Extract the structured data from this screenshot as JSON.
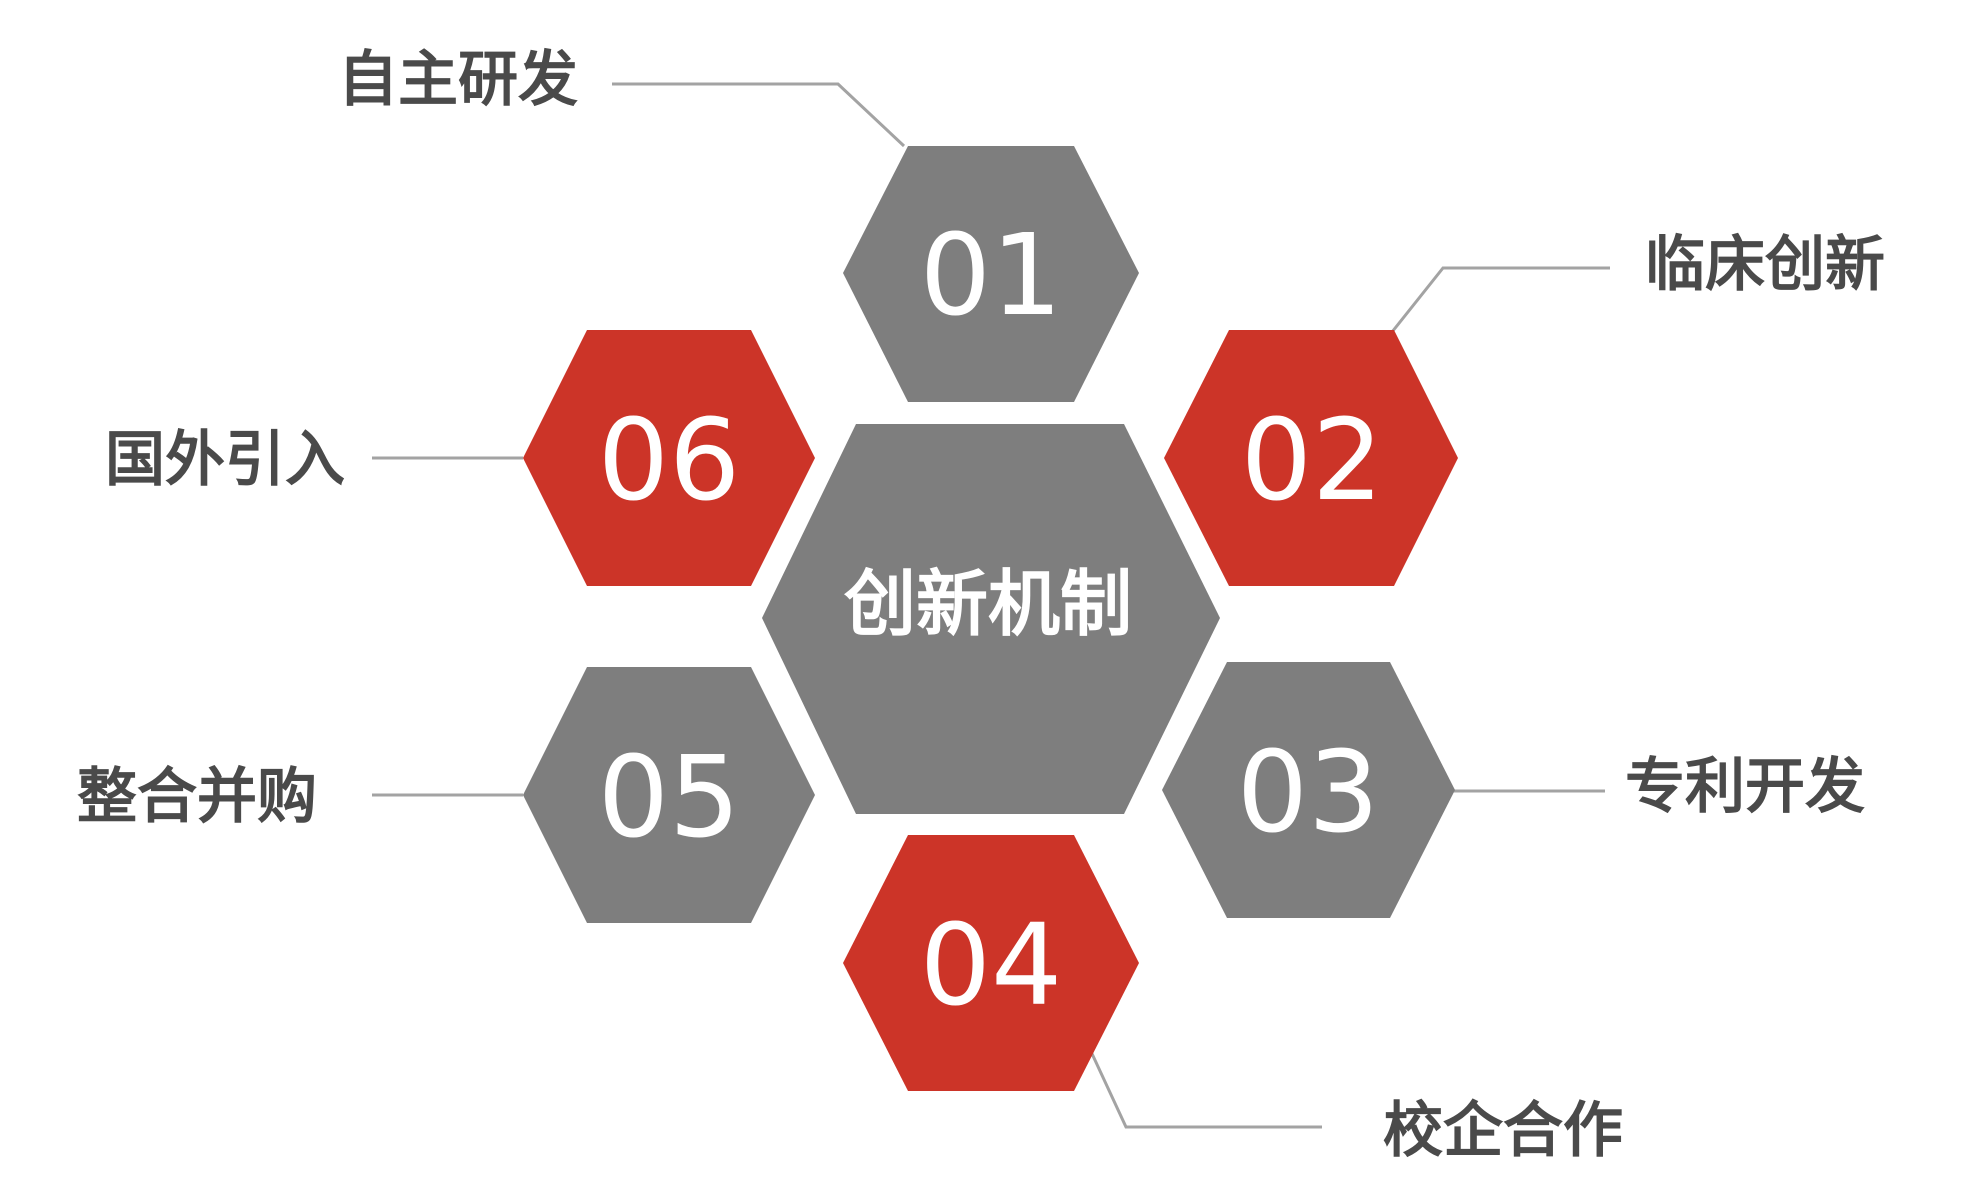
{
  "colors": {
    "gray": "#7e7e7e",
    "red": "#cc3428",
    "connector": "#a3a3a3",
    "label": "#4a4a4a"
  },
  "center": {
    "label": "创新机制"
  },
  "items": [
    {
      "number": "01",
      "label": "自主研发",
      "color": "gray"
    },
    {
      "number": "02",
      "label": "临床创新",
      "color": "red"
    },
    {
      "number": "03",
      "label": "专利开发",
      "color": "gray"
    },
    {
      "number": "04",
      "label": "校企合作",
      "color": "red"
    },
    {
      "number": "05",
      "label": "整合并购",
      "color": "gray"
    },
    {
      "number": "06",
      "label": "国外引入",
      "color": "red"
    }
  ]
}
